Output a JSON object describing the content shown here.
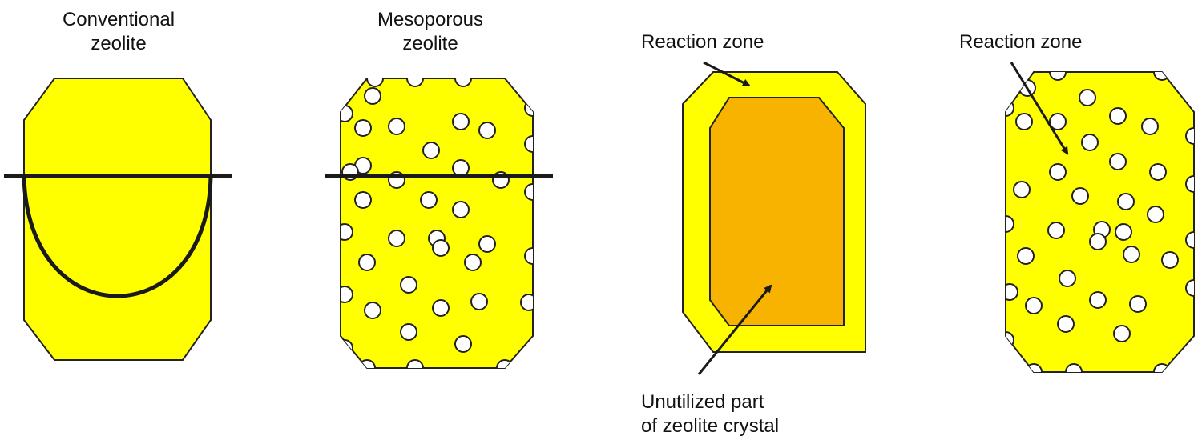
{
  "panels": {
    "conventional": {
      "title_line1": "Conventional",
      "title_line2": "zeolite"
    },
    "mesoporous": {
      "title_line1": "Mesoporous",
      "title_line2": "zeolite"
    },
    "conventional_zones": {
      "reaction_zone_label": "Reaction zone",
      "unutilized_line1": "Unutilized part",
      "unutilized_line2": "of zeolite crystal"
    },
    "mesoporous_zones": {
      "reaction_zone_label": "Reaction zone"
    }
  },
  "colors": {
    "crystal_yellow": "#ffff00",
    "core_orange": "#f7b300",
    "outline": "#222222",
    "pore": "#ffffff",
    "trajectory": "#1a1a1a"
  }
}
